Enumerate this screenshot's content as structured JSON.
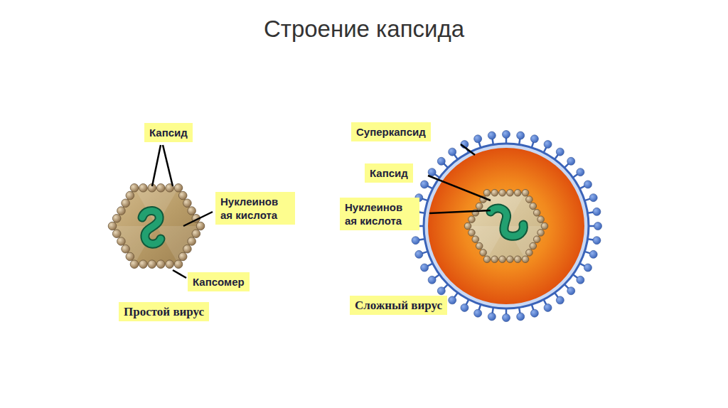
{
  "diagram": {
    "title": "Строение капсида",
    "nodes": [
      {
        "text": [
          "Капсид"
        ]
      },
      {
        "text": [
          "Нуклеинов ая кислота"
        ]
      },
      {
        "text": [
          "Капсомер"
        ]
      },
      {
        "text": [
          "Простой вирус"
        ]
      },
      {
        "text": [
          "Суперкапсид"
        ]
      },
      {
        "text": [
          "Капсид"
        ]
      },
      {
        "text": [
          "Нуклеинов ая кислота"
        ]
      },
      {
        "text": [
          "Сложный вирус"
        ]
      }
    ]
  }
}
